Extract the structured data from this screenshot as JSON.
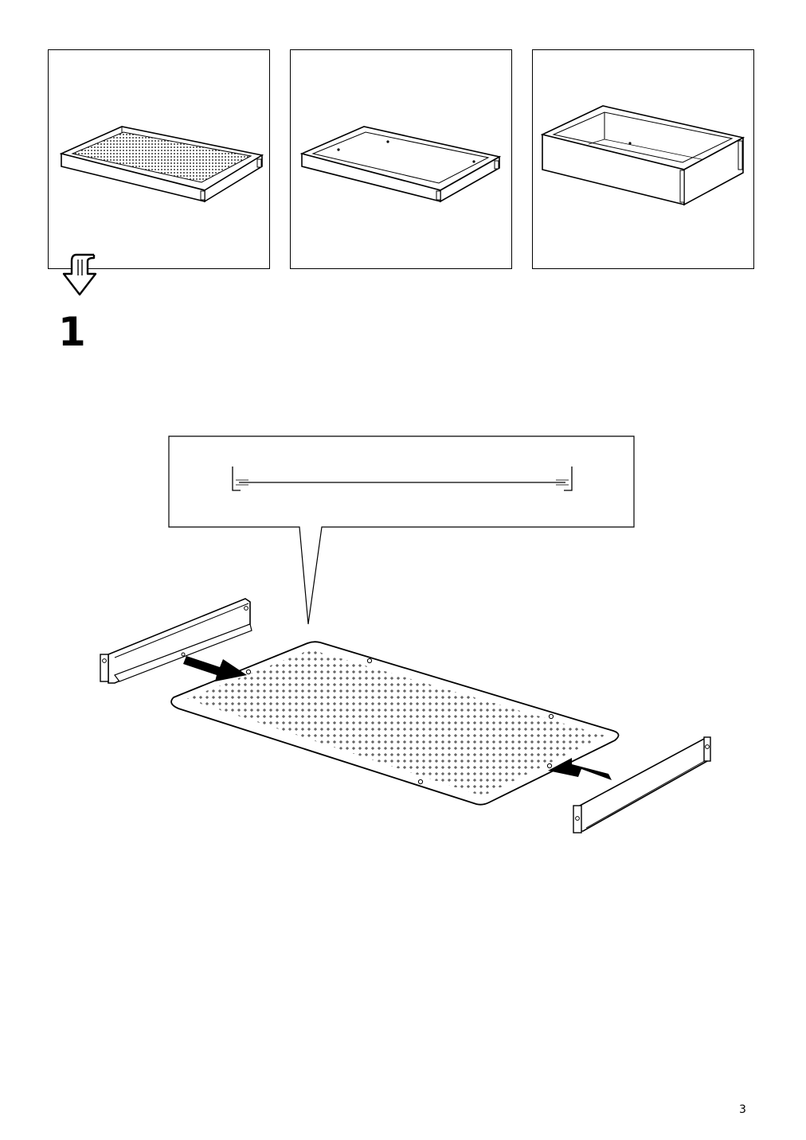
{
  "document": {
    "type": "assembly-instructions-page",
    "step_number": "1",
    "page_number": "3"
  },
  "overview": {
    "panels": [
      {
        "subject": "tray-with-perforated-bottom",
        "highlighted": true
      },
      {
        "subject": "shallow-drawer-frame",
        "highlighted": false
      },
      {
        "subject": "deep-drawer-box",
        "highlighted": false
      }
    ],
    "next_indicator": "down-arrow-icon"
  },
  "parts": [
    {
      "name": "side-rail-left",
      "icon": "metal-rail-icon"
    },
    {
      "name": "perforated-panel",
      "icon": "perforated-sheet-icon"
    },
    {
      "name": "side-rail-right",
      "icon": "metal-rail-icon"
    }
  ],
  "colors": {
    "line": "#000000",
    "background": "#ffffff"
  }
}
